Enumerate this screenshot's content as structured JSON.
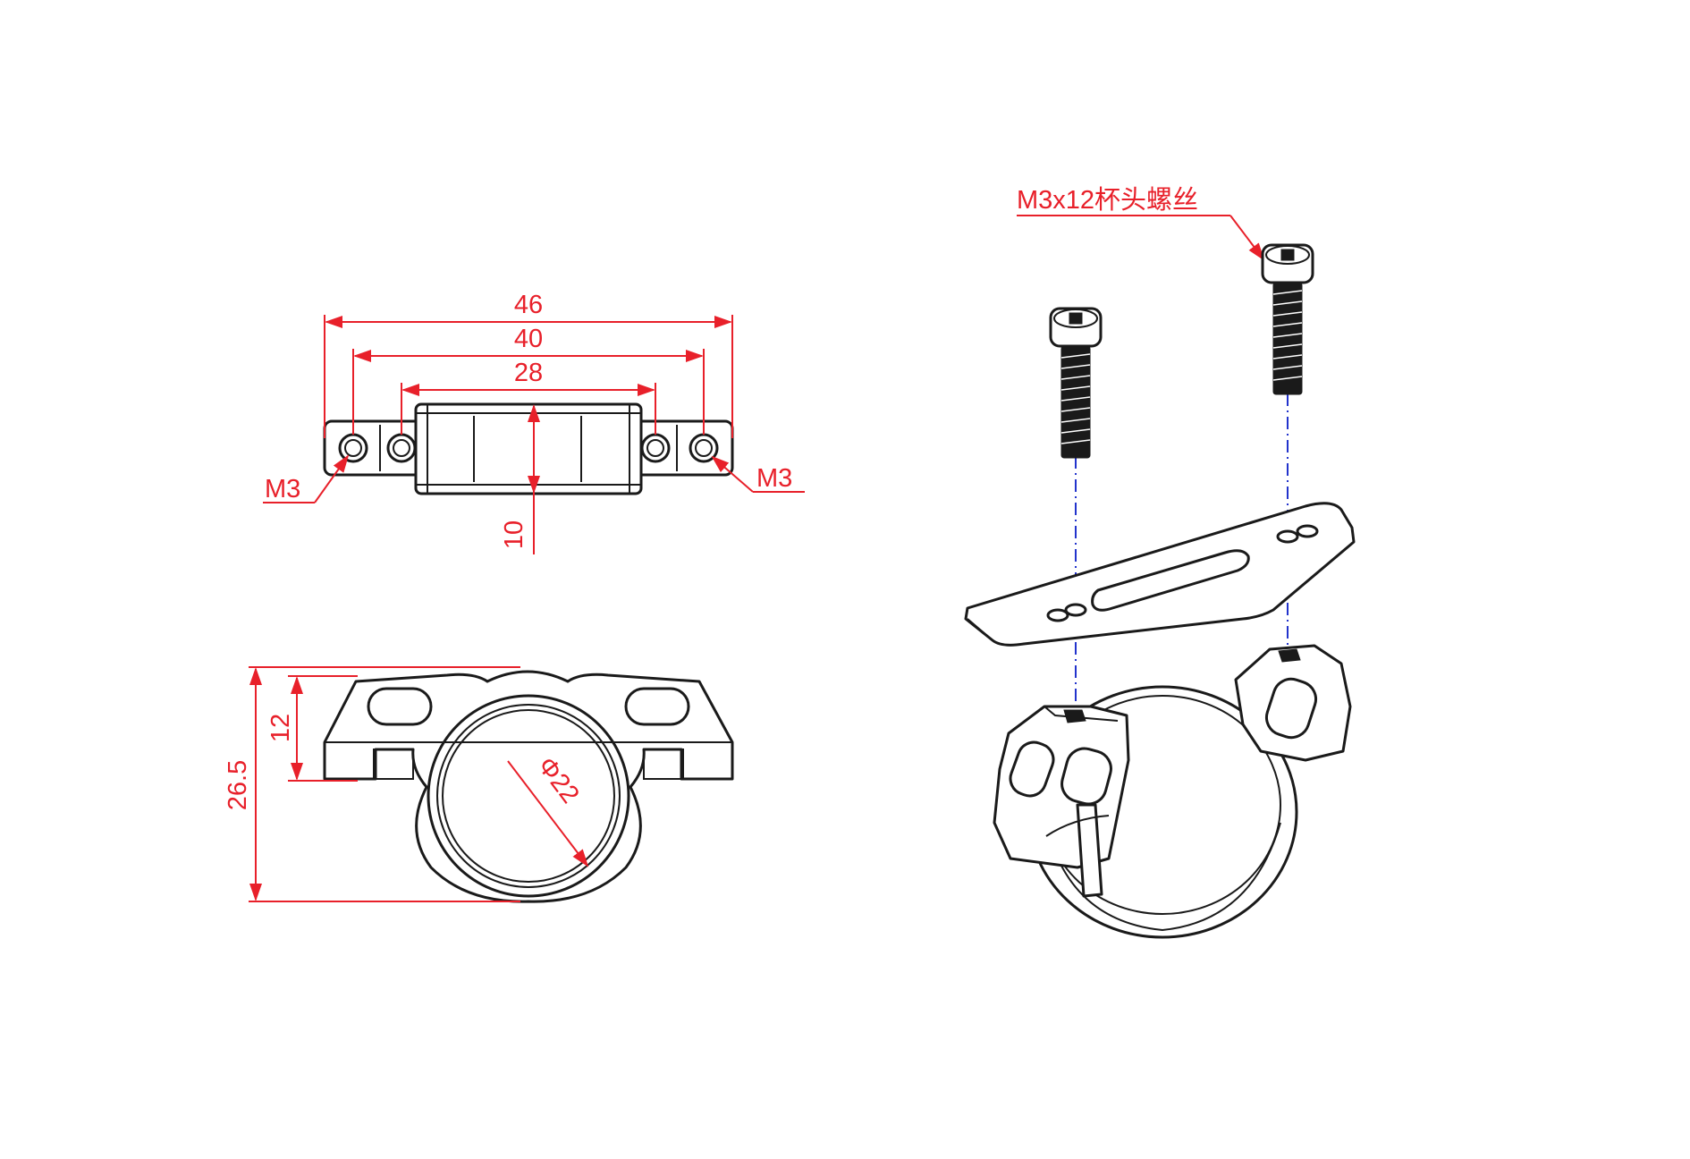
{
  "top_view": {
    "dim_overall": "46",
    "dim_outer_holes": "40",
    "dim_inner_holes": "28",
    "dim_depth": "10",
    "hole_label_left": "M3",
    "hole_label_right": "M3"
  },
  "front_view": {
    "dim_height": "26.5",
    "dim_flange": "12",
    "dim_diameter": "Φ22"
  },
  "assembly": {
    "screw_label": "M3x12杯头螺丝"
  },
  "colors": {
    "dimension": "#e8202a",
    "outline": "#1a1a1a",
    "center_axis": "#2233cc"
  }
}
